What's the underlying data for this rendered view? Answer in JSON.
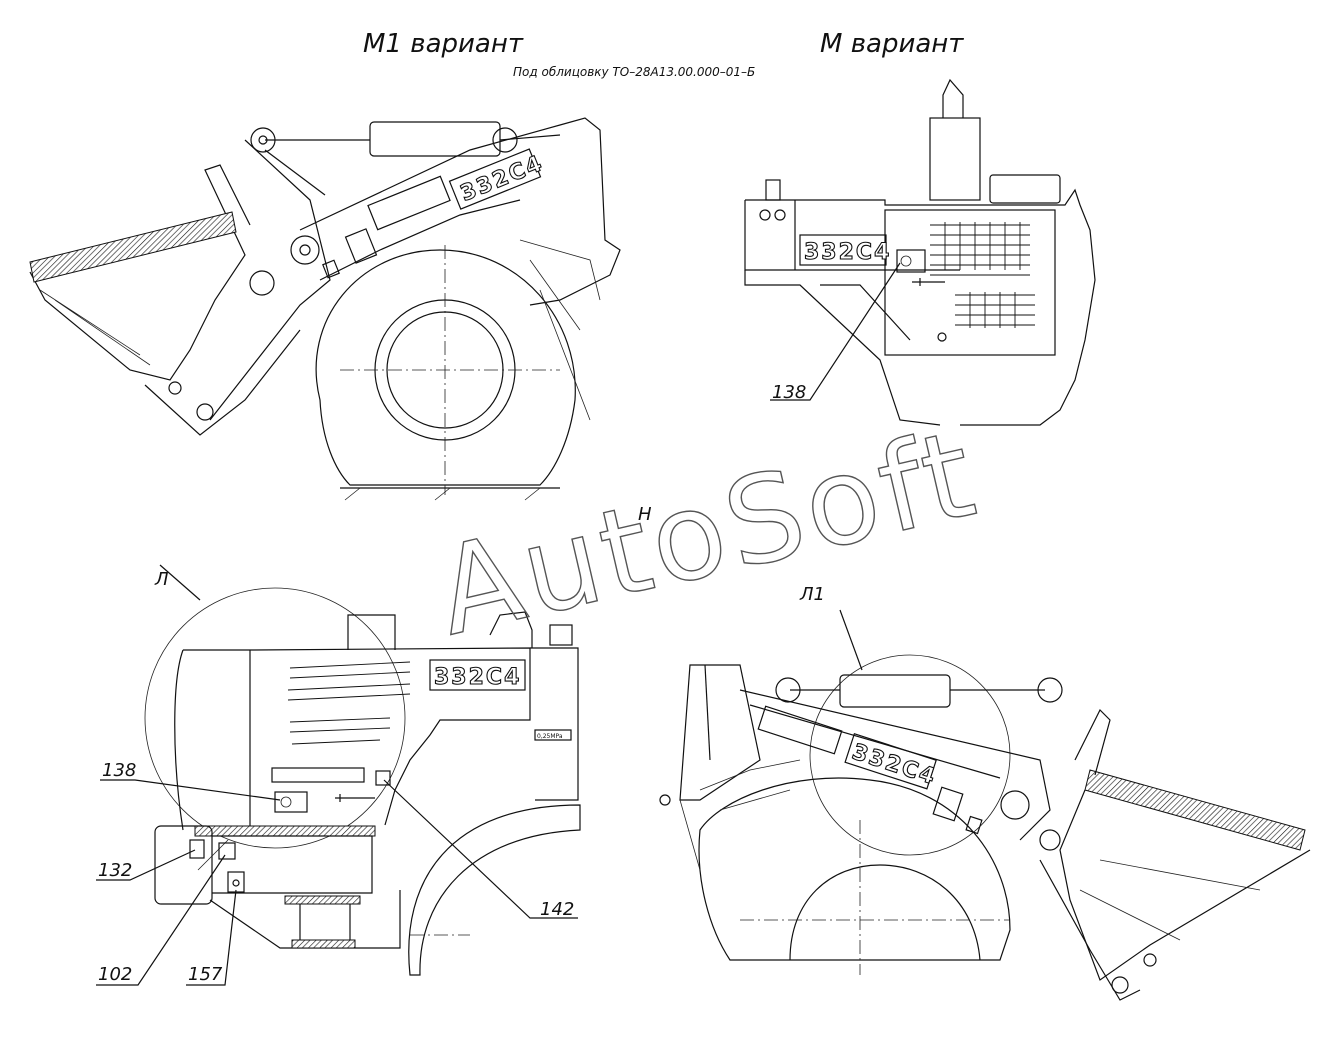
{
  "titles": {
    "variant_m1": "M1 вариант",
    "variant_m": "M вариант",
    "facing_note": "Под облицовку ТО–28А13.00.000–01–Б"
  },
  "views": {
    "view_l": "Л",
    "view_l1": "Л1"
  },
  "model_plates": {
    "m1": "332C4",
    "m": "332C4",
    "l": "332C4",
    "l1": "332C4"
  },
  "callouts": {
    "c138_top": "138",
    "c138_left": "138",
    "c132": "132",
    "c142": "142",
    "c102": "102",
    "c157": "157"
  },
  "pressure_plate": "0,25MPa",
  "section_mark": "Н",
  "watermark": "AutoSoft"
}
